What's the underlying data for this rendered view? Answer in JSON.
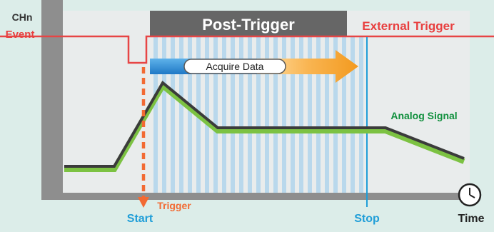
{
  "labels": {
    "channel": "CHn",
    "event": "Event",
    "post_trigger": "Post-Trigger",
    "external_trigger": "External Trigger",
    "acquire_data": "Acquire Data",
    "analog_signal": "Analog Signal",
    "trigger": "Trigger",
    "start": "Start",
    "stop": "Stop",
    "time": "Time"
  },
  "colors": {
    "background": "#dcede9",
    "plot_area": "#e9ecec",
    "axis": "#8e8e8e",
    "event_line": "#e74545",
    "event_text": "#e83f3f",
    "header": "#666666",
    "trigger": "#f26a33",
    "start_stop": "#1f9ed8",
    "signal_dark": "#3b3b3b",
    "signal_green": "#7cc242",
    "signal_label": "#0f8f3c",
    "stripes": "#b9d8ec"
  },
  "icons": {
    "clock": "clock-icon"
  }
}
